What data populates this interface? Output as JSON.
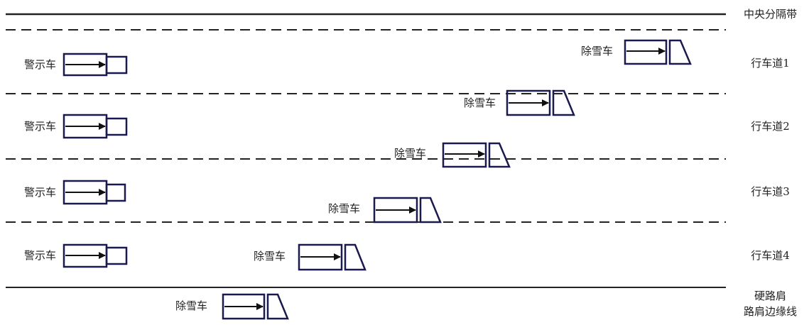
{
  "colors": {
    "vehicle": "#1a1a4e",
    "line": "#222222",
    "text": "#222222"
  },
  "lane_labels": {
    "median": "中央分隔带",
    "lane1": "行车道1",
    "lane2": "行车道2",
    "lane3": "行车道3",
    "lane4": "行车道4",
    "shoulder": "硬路肩",
    "shoulder_edge": "路肩边缘线"
  },
  "vehicles": {
    "warning_label": "警示车",
    "plow_label": "除雪车"
  }
}
